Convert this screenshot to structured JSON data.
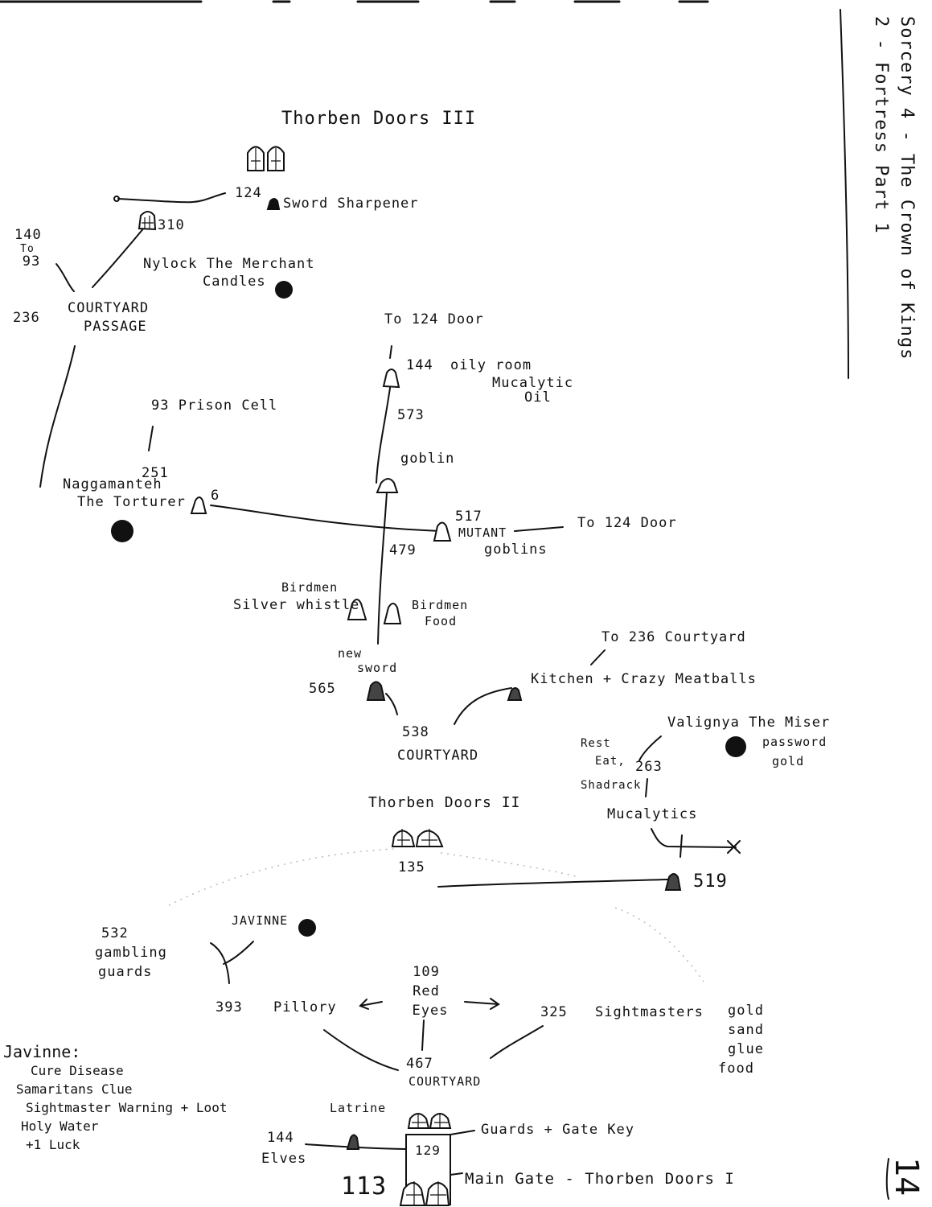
{
  "title_line1": "Sorcery 4 - The Crown of Kings",
  "title_line2": "2 - Fortress Part 1",
  "page_number": "14",
  "sections": {
    "doors3": "Thorben Doors III",
    "doors2": "Thorben Doors II",
    "doors1": "Main Gate - Thorben Doors I"
  },
  "labels": {
    "n124_top": "124",
    "sword_sharpener": "Sword Sharpener",
    "n310": "310",
    "n140": "140",
    "to_word": "To",
    "n93": "93",
    "nylock": "Nylock The Merchant",
    "candles": "Candles",
    "n236": "236",
    "courtyard_passage_1": "COURTYARD",
    "courtyard_passage_2": "PASSAGE",
    "to124_top": "To 124 Door",
    "n144": "144",
    "oily_room": "oily room",
    "mucalytic_oil_1": "Mucalytic",
    "mucalytic_oil_2": "Oil",
    "n573": "573",
    "goblin": "goblin",
    "prison_cell": "93 Prison Cell",
    "n251": "251",
    "naggamanteh": "Naggamanteh",
    "torturer": "The Torturer",
    "n6": "6",
    "n517": "517",
    "mutant": "MUTANT",
    "goblins": "goblins",
    "to124_right": "To 124 Door",
    "n479": "479",
    "birdmen_left_1": "Birdmen",
    "birdmen_left_2": "Silver whistle",
    "birdmen_right_1": "Birdmen",
    "birdmen_right_2": "Food",
    "new_sword_1": "new",
    "new_sword_2": "sword",
    "n565": "565",
    "to236": "To 236 Courtyard",
    "kitchen": "Kitchen + Crazy Meatballs",
    "n538": "538",
    "courtyard538": "COURTYARD",
    "valignya": "Valignya The Miser",
    "password": "password",
    "gold_v": "gold",
    "rest1": "Rest",
    "rest2": "Eat,",
    "rest3": "Shadrack",
    "n263": "263",
    "mucalytics": "Mucalytics",
    "n135": "135",
    "n519": "519",
    "javinne": "JAVINNE",
    "n532": "532",
    "gambling": "gambling",
    "guards": "guards",
    "n109": "109",
    "red": "Red",
    "eyes": "Eyes",
    "n393": "393",
    "pillory": "Pillory",
    "n325": "325",
    "sightmasters": "Sightmasters",
    "gold_s": "gold",
    "sand": "sand",
    "glue": "glue",
    "food": "food",
    "n467": "467",
    "courtyard467": "COURTYARD",
    "latrine": "Latrine",
    "n144_elves": "144",
    "elves": "Elves",
    "n129": "129",
    "guards_key": "Guards + Gate Key",
    "n113": "113"
  },
  "notes": {
    "heading": "Javinne:",
    "items": [
      "Cure Disease",
      "Samaritans Clue",
      "Sightmaster Warning + Loot",
      "Holy Water",
      "+1 Luck"
    ]
  },
  "colors": {
    "ink": "#111111",
    "paper": "#ffffff"
  }
}
